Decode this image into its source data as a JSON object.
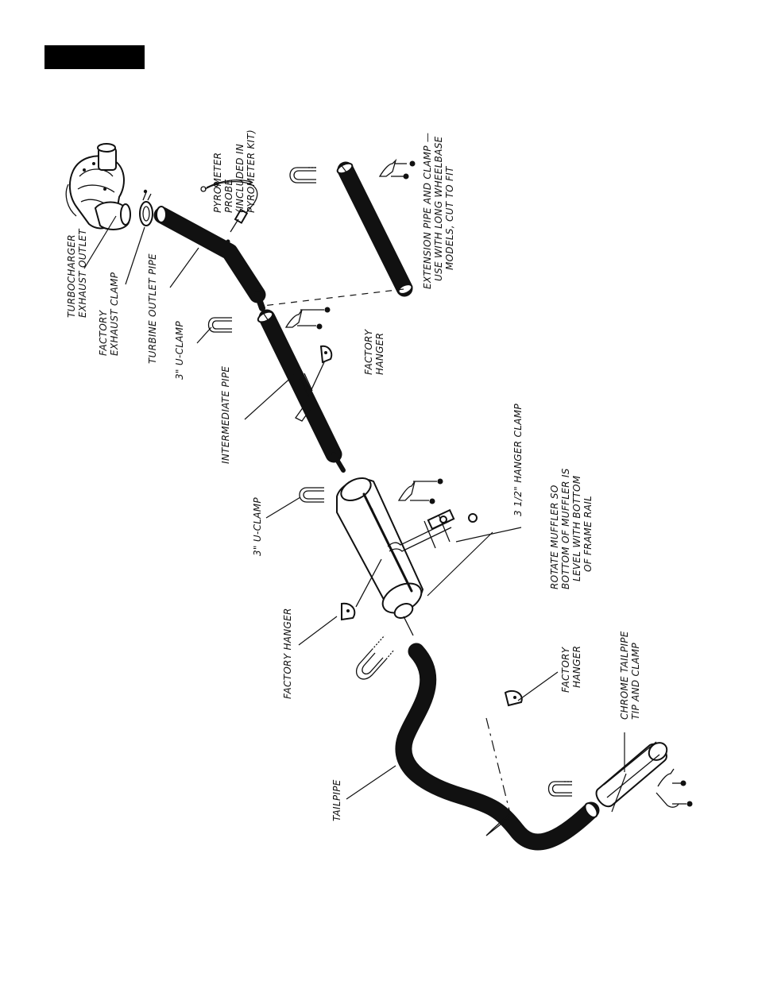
{
  "diagram": {
    "labels": {
      "turbo_outlet": [
        "TURBOCHARGER",
        "EXHAUST OUTLET"
      ],
      "factory_clamp": [
        "FACTORY",
        "EXHAUST CLAMP"
      ],
      "turbine_pipe": [
        "TURBINE OUTLET PIPE"
      ],
      "pyrometer": [
        "PYROMETER",
        "PROBE",
        "(INCLUDED IN",
        "PYROMETER KIT)"
      ],
      "extension": [
        "EXTENSION PIPE AND CLAMP —",
        "USE WITH LONG WHEELBASE",
        "MODELS, CUT TO FIT"
      ],
      "uclamp_1": [
        "3\" U-CLAMP"
      ],
      "factory_hanger_1": [
        "FACTORY",
        "HANGER"
      ],
      "intermediate": [
        "INTERMEDIATE PIPE"
      ],
      "hanger_clamp": [
        "3 1/2\" HANGER CLAMP"
      ],
      "uclamp_2": [
        "3\" U-CLAMP"
      ],
      "rotate_muffler": [
        "ROTATE MUFFLER SO",
        "BOTTOM OF MUFFLER IS",
        "LEVEL WITH BOTTOM",
        "OF FRAME RAIL"
      ],
      "factory_hanger_2": [
        "FACTORY HANGER"
      ],
      "factory_hanger_3": [
        "FACTORY",
        "HANGER"
      ],
      "chrome_tip": [
        "CHROME TAILPIPE",
        "TIP AND CLAMP"
      ],
      "tailpipe": [
        "TAILPIPE"
      ]
    }
  }
}
